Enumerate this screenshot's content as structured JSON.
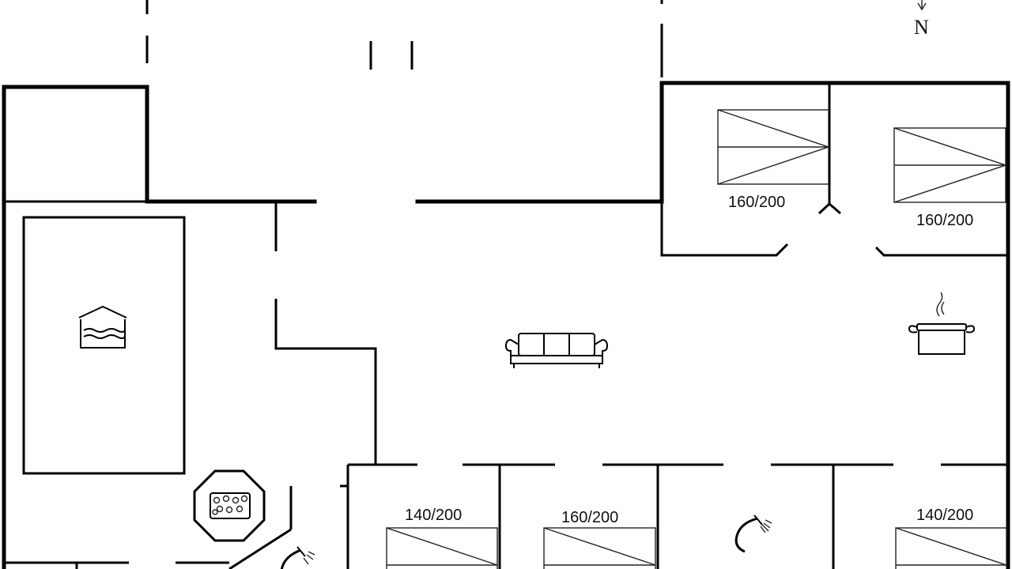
{
  "compass": {
    "label": "N"
  },
  "rooms": {
    "bedroom_ne_left": {
      "bed_size": "160/200"
    },
    "bedroom_ne_right": {
      "bed_size": "160/200"
    },
    "bedroom_s1": {
      "bed_size": "140/200"
    },
    "bedroom_s2": {
      "bed_size": "160/200"
    },
    "bedroom_s4": {
      "bed_size": "140/200"
    }
  },
  "icons": {
    "pool": "pool-icon",
    "whirlpool": "whirlpool-icon",
    "sofa": "sofa-icon",
    "kitchen": "cooking-pot-icon",
    "shower": "shower-icon"
  },
  "colors": {
    "walls": "#000000",
    "background": "#ffffff"
  }
}
